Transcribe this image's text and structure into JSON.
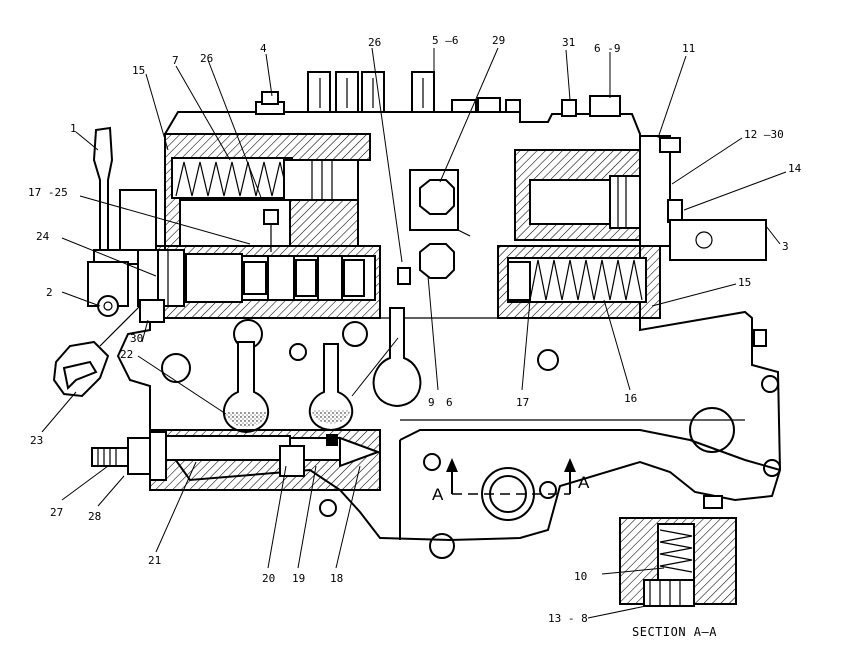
{
  "labels": {
    "l1": "1",
    "l15a": "15",
    "l7": "7",
    "l26a": "26",
    "l4": "4",
    "l26b": "26",
    "l5_6": "5 —6",
    "l29": "29",
    "l31": "31",
    "l6_9": "6 -9",
    "l11": "11",
    "l12_30": "12 —30",
    "l14": "14",
    "l3": "3",
    "l15b": "15",
    "l17_25": "17 -25",
    "l24": "24",
    "l2": "2",
    "l30": "30",
    "l22": "22",
    "l23": "23",
    "l9": "9",
    "l6": "6",
    "l17": "17",
    "l16": "16",
    "l27": "27",
    "l28": "28",
    "l21": "21",
    "l20": "20",
    "l19": "19",
    "l18": "18",
    "l10": "10",
    "l13_8": "13 - 8",
    "secA1": "A",
    "secA2": "A",
    "section": "SECTION A—A"
  }
}
